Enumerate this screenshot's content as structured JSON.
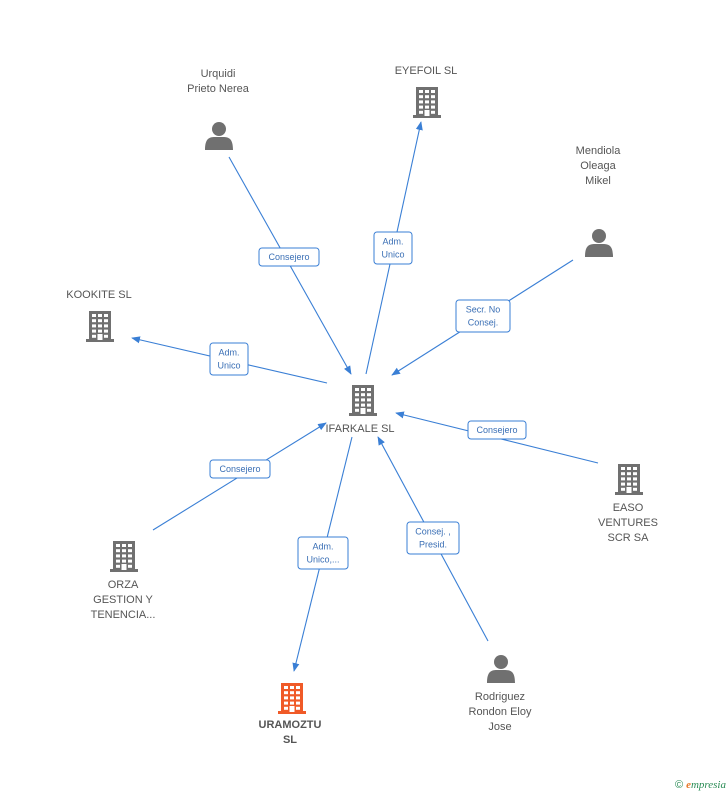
{
  "colors": {
    "edge": "#3a7fd5",
    "company": "#707070",
    "person": "#707070",
    "target": "#f05a28"
  },
  "nodes": [
    {
      "id": "center",
      "kind": "company",
      "label": [
        "IFARKALE  SL"
      ]
    },
    {
      "id": "eyefoil",
      "kind": "company",
      "label": [
        "EYEFOIL  SL"
      ]
    },
    {
      "id": "urquidi",
      "kind": "person",
      "label": [
        "Urquidi",
        "Prieto Nerea"
      ]
    },
    {
      "id": "mendiola",
      "kind": "person",
      "label": [
        "Mendiola",
        "Oleaga",
        "Mikel"
      ]
    },
    {
      "id": "kookite",
      "kind": "company",
      "label": [
        "KOOKITE  SL"
      ]
    },
    {
      "id": "easo",
      "kind": "company",
      "label": [
        "EASO",
        "VENTURES",
        "SCR SA"
      ]
    },
    {
      "id": "orza",
      "kind": "company",
      "label": [
        "ORZA",
        "GESTION Y",
        "TENENCIA..."
      ]
    },
    {
      "id": "uramoztu",
      "kind": "target",
      "label": [
        "URAMOZTU",
        "SL"
      ]
    },
    {
      "id": "rodriguez",
      "kind": "person",
      "label": [
        "Rodriguez",
        "Rondon Eloy",
        "Jose"
      ]
    }
  ],
  "edges": [
    {
      "from": "center",
      "to": "eyefoil",
      "label": [
        "Adm.",
        "Unico"
      ]
    },
    {
      "from": "urquidi",
      "to": "center",
      "label": [
        "Consejero"
      ]
    },
    {
      "from": "mendiola",
      "to": "center",
      "label": [
        "Secr.  No",
        "Consej."
      ]
    },
    {
      "from": "center",
      "to": "kookite",
      "label": [
        "Adm.",
        "Unico"
      ]
    },
    {
      "from": "easo",
      "to": "center",
      "label": [
        "Consejero"
      ]
    },
    {
      "from": "orza",
      "to": "center",
      "label": [
        "Consejero"
      ]
    },
    {
      "from": "center",
      "to": "uramoztu",
      "label": [
        "Adm.",
        "Unico,..."
      ]
    },
    {
      "from": "rodriguez",
      "to": "center",
      "label": [
        "Consej. ,",
        "Presid."
      ]
    }
  ],
  "footer": {
    "copyright": "©",
    "brand_e": "e",
    "brand_rest": "mpresia"
  }
}
